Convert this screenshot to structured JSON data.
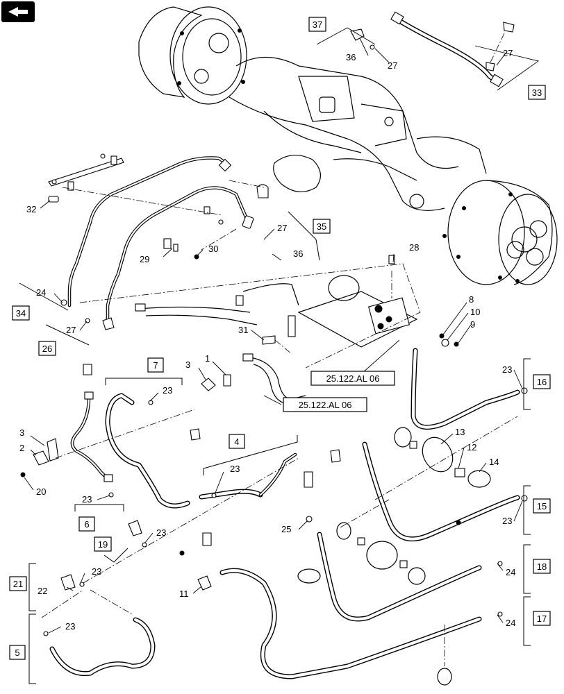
{
  "corner_icon": "book-arrow-icon",
  "reference_labels": [
    "25.122.AL 06",
    "25.122.AL 06"
  ],
  "boxed_callouts": [
    "37",
    "33",
    "35",
    "34",
    "26",
    "7",
    "4",
    "16",
    "15",
    "6",
    "19",
    "21",
    "18",
    "17",
    "5"
  ],
  "callouts": {
    "c36a": "36",
    "c27a": "27",
    "c27b": "27",
    "c32": "32",
    "c27c": "27",
    "c36b": "36",
    "c29": "29",
    "c30": "30",
    "c28": "28",
    "c24a": "24",
    "c27d": "27",
    "c31": "31",
    "c8": "8",
    "c10": "10",
    "c9": "9",
    "c3a": "3",
    "c1": "1",
    "c23a": "23",
    "c23b": "23",
    "c3b": "3",
    "c2": "2",
    "c20": "20",
    "c13": "13",
    "c12": "12",
    "c14": "14",
    "c23c": "23",
    "c23d": "23",
    "c23e": "23",
    "c25": "25",
    "c22": "22",
    "c23f": "23",
    "c11": "11",
    "c24b": "24",
    "c23g": "23",
    "c24c": "24",
    "c23h": "23"
  }
}
